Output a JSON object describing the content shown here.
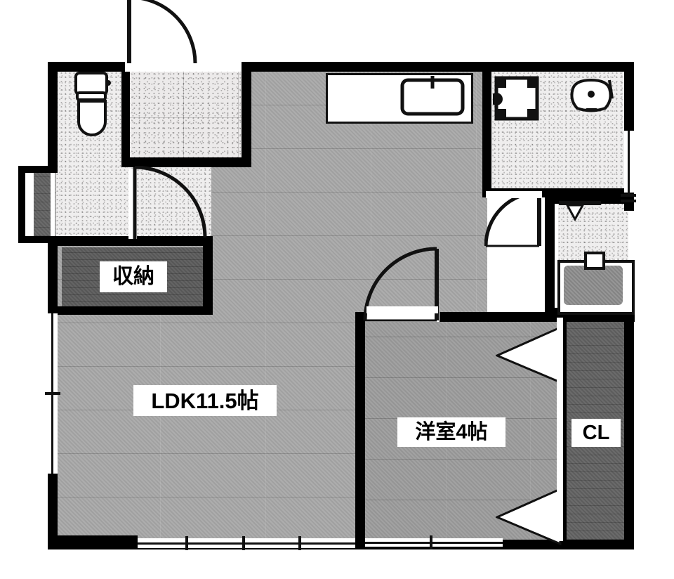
{
  "plan": {
    "type": "floor-plan",
    "layout_name": "1LDK",
    "background_color": "#ffffff",
    "wall_color": "#000000",
    "floor_color": "#a9a9a9",
    "closet_color": "#5c5c5c"
  },
  "rooms": [
    {
      "id": "ldk",
      "label": "LDK11.5帖",
      "kind": "living-dining-kitchen",
      "size_jo": 11.5
    },
    {
      "id": "washitsu",
      "label": "洋室4帖",
      "kind": "western-room",
      "size_jo": 4
    },
    {
      "id": "shuno",
      "label": "収納",
      "kind": "storage",
      "size_jo": null
    },
    {
      "id": "cl",
      "label": "CL",
      "kind": "closet",
      "size_jo": null
    }
  ],
  "fixtures": [
    {
      "name": "toilet",
      "room": "toilet-room"
    },
    {
      "name": "bathtub",
      "room": "unit-bath"
    },
    {
      "name": "washbasin",
      "room": "unit-bath"
    },
    {
      "name": "kitchen-sink",
      "room": "ldk"
    },
    {
      "name": "kitchen-counter",
      "room": "ldk"
    },
    {
      "name": "washing-machine-pan",
      "room": "washroom"
    },
    {
      "name": "vanity-sink",
      "room": "washroom"
    }
  ],
  "openings": [
    {
      "name": "entrance-door",
      "type": "hinged-door"
    },
    {
      "name": "genkan-hall-door",
      "type": "hinged-door"
    },
    {
      "name": "bedroom-door",
      "type": "hinged-door"
    },
    {
      "name": "washroom-door",
      "type": "hinged-door"
    },
    {
      "name": "closet-folding-door",
      "type": "folding-door"
    },
    {
      "name": "balcony-window",
      "type": "sliding-window"
    },
    {
      "name": "bedroom-window",
      "type": "sliding-window"
    },
    {
      "name": "ldk-side-window",
      "type": "sliding-window"
    },
    {
      "name": "bath-window",
      "type": "sliding-window"
    }
  ],
  "labels": {
    "ldk": "LDK11.5帖",
    "bedroom": "洋室4帖",
    "storage": "収納",
    "closet": "CL"
  }
}
